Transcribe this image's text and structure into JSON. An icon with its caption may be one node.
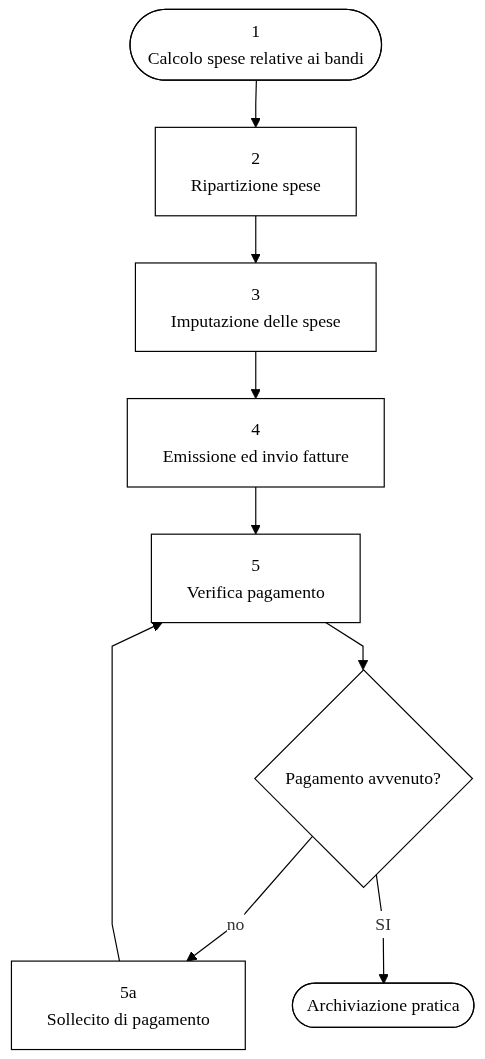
{
  "diagram": {
    "nodes": [
      {
        "text": [
          "1",
          "Calcolo spese relative ai bandi"
        ]
      },
      {
        "text": [
          "2",
          "Ripartizione spese"
        ]
      },
      {
        "text": [
          "3",
          "Imputazione delle spese"
        ]
      },
      {
        "text": [
          "4",
          "Emissione ed invio fatture"
        ]
      },
      {
        "text": [
          "5",
          "Verifica pagamento"
        ]
      },
      {
        "text": [
          "Pagamento avvenuto?"
        ]
      },
      {
        "text": [
          "5a",
          "Sollecito di pagamento"
        ]
      },
      {
        "text": [
          "Archiviazione pratica"
        ]
      }
    ],
    "edges": [
      {
        "from": 0,
        "to": 1,
        "arrow": "to"
      },
      {
        "from": 1,
        "to": 2,
        "arrow": "to"
      },
      {
        "from": 2,
        "to": 3,
        "arrow": "to"
      },
      {
        "from": 3,
        "to": 4,
        "arrow": "to"
      },
      {
        "from": 4,
        "to": 5,
        "arrow": "to"
      },
      {
        "from": 5,
        "to": 6,
        "label": "no",
        "arrow": "to"
      },
      {
        "from": 6,
        "to": 4,
        "arrow": "to"
      },
      {
        "from": 5,
        "to": 7,
        "label": "SI",
        "arrow": "to"
      }
    ]
  }
}
